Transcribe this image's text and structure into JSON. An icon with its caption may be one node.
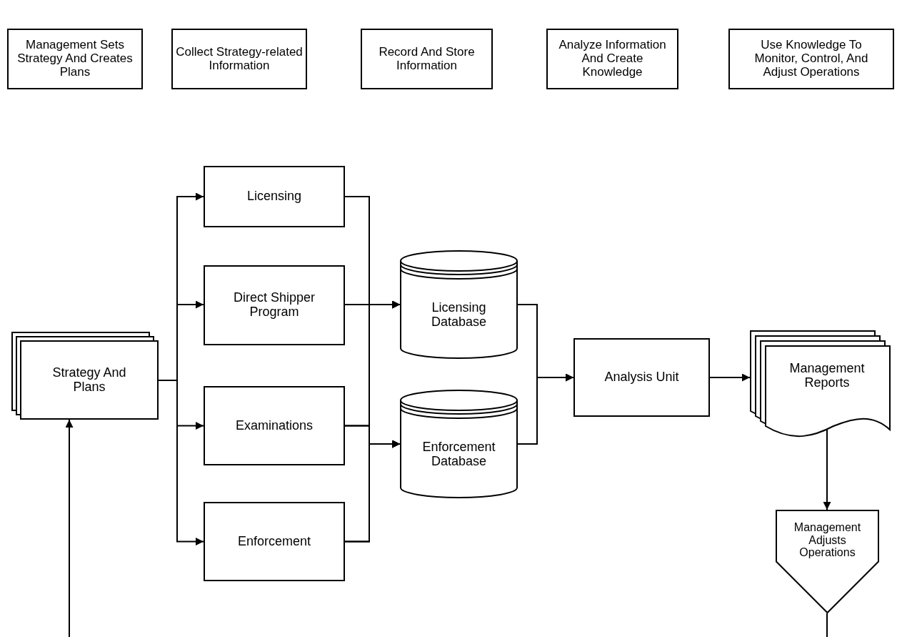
{
  "diagram": {
    "nodes": [
      {
        "text": [
          "Management Sets Strategy And Creates Plans"
        ]
      },
      {
        "text": [
          "Collect Strategy-related Information"
        ]
      },
      {
        "text": [
          "Record And Store Information"
        ]
      },
      {
        "text": [
          "Analyze Information And Create Knowledge"
        ]
      },
      {
        "text": [
          "Use Knowledge To Monitor, Control, And Adjust Operations"
        ]
      },
      {
        "text": [
          "Strategy And Plans"
        ]
      },
      {
        "text": [
          "Licensing"
        ]
      },
      {
        "text": [
          "Direct Shipper Program"
        ]
      },
      {
        "text": [
          "Examinations"
        ]
      },
      {
        "text": [
          "Enforcement"
        ]
      },
      {
        "text": [
          "Licensing Database"
        ]
      },
      {
        "text": [
          "Enforcement Database"
        ]
      },
      {
        "text": [
          "Analysis Unit"
        ]
      },
      {
        "text": [
          "Management Reports"
        ]
      },
      {
        "text": [
          "Management Adjusts Operations"
        ]
      }
    ],
    "edges": [
      {
        "from": 5,
        "to": 6,
        "arrow": "to"
      },
      {
        "from": 5,
        "to": 7,
        "arrow": "to"
      },
      {
        "from": 5,
        "to": 8,
        "arrow": "to"
      },
      {
        "from": 5,
        "to": 9,
        "arrow": "to"
      },
      {
        "from": 6,
        "to": 10,
        "arrow": "to"
      },
      {
        "from": 6,
        "to": 11,
        "arrow": "to"
      },
      {
        "from": 7,
        "to": 10,
        "arrow": "to"
      },
      {
        "from": 7,
        "to": 11,
        "arrow": "to"
      },
      {
        "from": 8,
        "to": 10,
        "arrow": "to"
      },
      {
        "from": 8,
        "to": 11,
        "arrow": "to"
      },
      {
        "from": 9,
        "to": 10,
        "arrow": "to"
      },
      {
        "from": 9,
        "to": 11,
        "arrow": "to"
      },
      {
        "from": 10,
        "to": 12,
        "arrow": "to"
      },
      {
        "from": 11,
        "to": 12,
        "arrow": "to"
      },
      {
        "from": 12,
        "to": 13,
        "arrow": "to"
      },
      {
        "from": 13,
        "to": 14,
        "arrow": "to"
      },
      {
        "from": 14,
        "to": null,
        "arrow": "none"
      },
      {
        "from": null,
        "to": 5,
        "arrow": "to"
      }
    ]
  }
}
